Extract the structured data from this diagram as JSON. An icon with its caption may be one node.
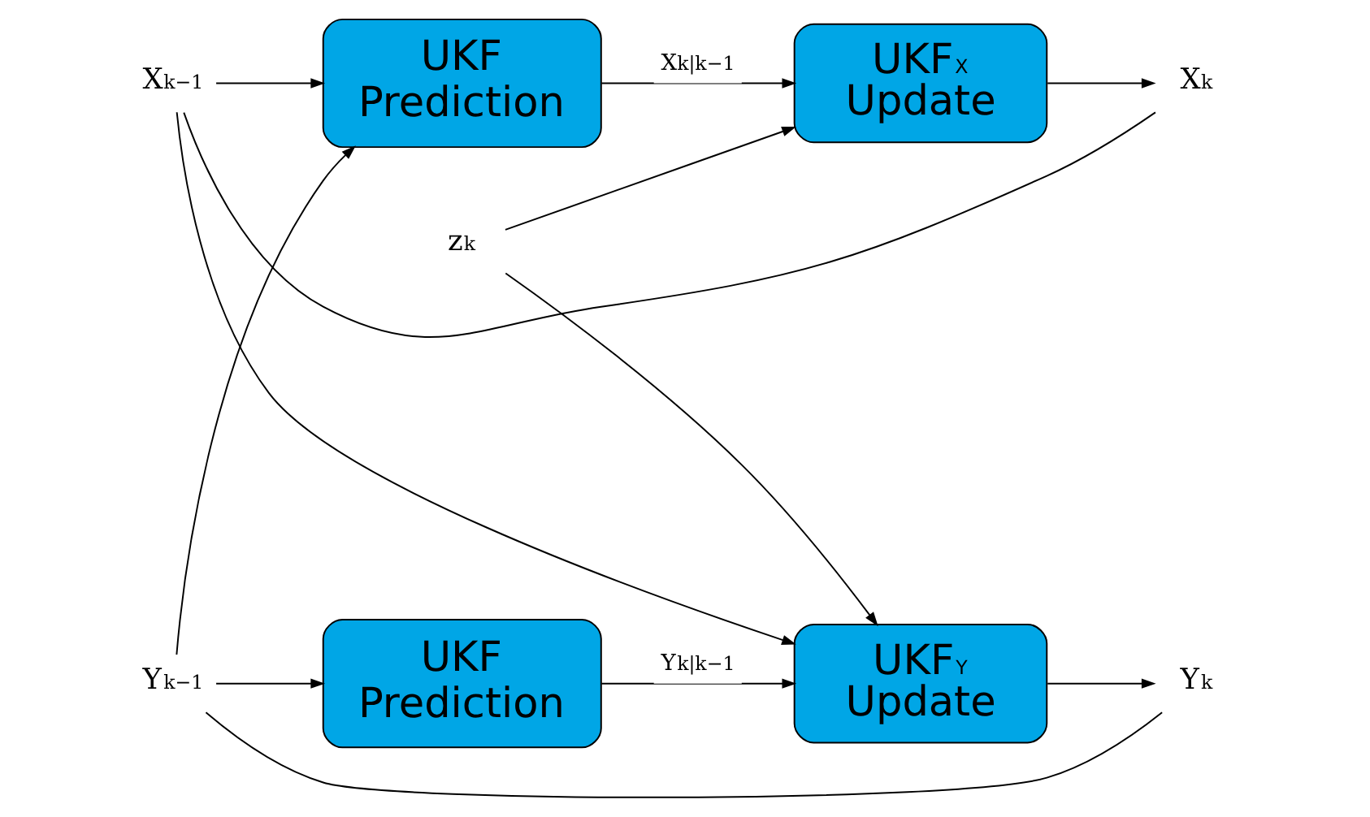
{
  "diagram": {
    "nodes": [
      {
        "text": [
          "UKF Prediction"
        ]
      },
      {
        "text": [
          "UKF$_{X}$ Update"
        ]
      },
      {
        "text": [
          "UKF Prediction"
        ]
      },
      {
        "text": [
          "UKF$_{Y}$ Update"
        ]
      },
      {
        "text": [
          "X$_{k−1}$"
        ]
      },
      {
        "text": [
          "X$_{k}$"
        ]
      },
      {
        "text": [
          "Y$_{k−1}$"
        ]
      },
      {
        "text": [
          "Y$_{k}$"
        ]
      },
      {
        "text": [
          "z$_{k}$"
        ]
      }
    ],
    "edges": [
      {
        "from": 4,
        "to": 0,
        "arrow": "to"
      },
      {
        "from": 0,
        "to": 1,
        "arrow": "to",
        "label": "X$_{k|k−1}$"
      },
      {
        "from": 1,
        "to": 5,
        "arrow": "to"
      },
      {
        "from": 5,
        "to": 4,
        "arrow": "none"
      },
      {
        "from": 4,
        "to": 3,
        "arrow": "to"
      },
      {
        "from": 6,
        "to": 0,
        "arrow": "to"
      },
      {
        "from": 6,
        "to": 2,
        "arrow": "to"
      },
      {
        "from": 2,
        "to": 3,
        "arrow": "to",
        "label": "Y$_{k|k−1}$"
      },
      {
        "from": 3,
        "to": 7,
        "arrow": "to"
      },
      {
        "from": 7,
        "to": 6,
        "arrow": "none"
      },
      {
        "from": 8,
        "to": 1,
        "arrow": "to"
      },
      {
        "from": 8,
        "to": 3,
        "arrow": "to"
      }
    ]
  }
}
